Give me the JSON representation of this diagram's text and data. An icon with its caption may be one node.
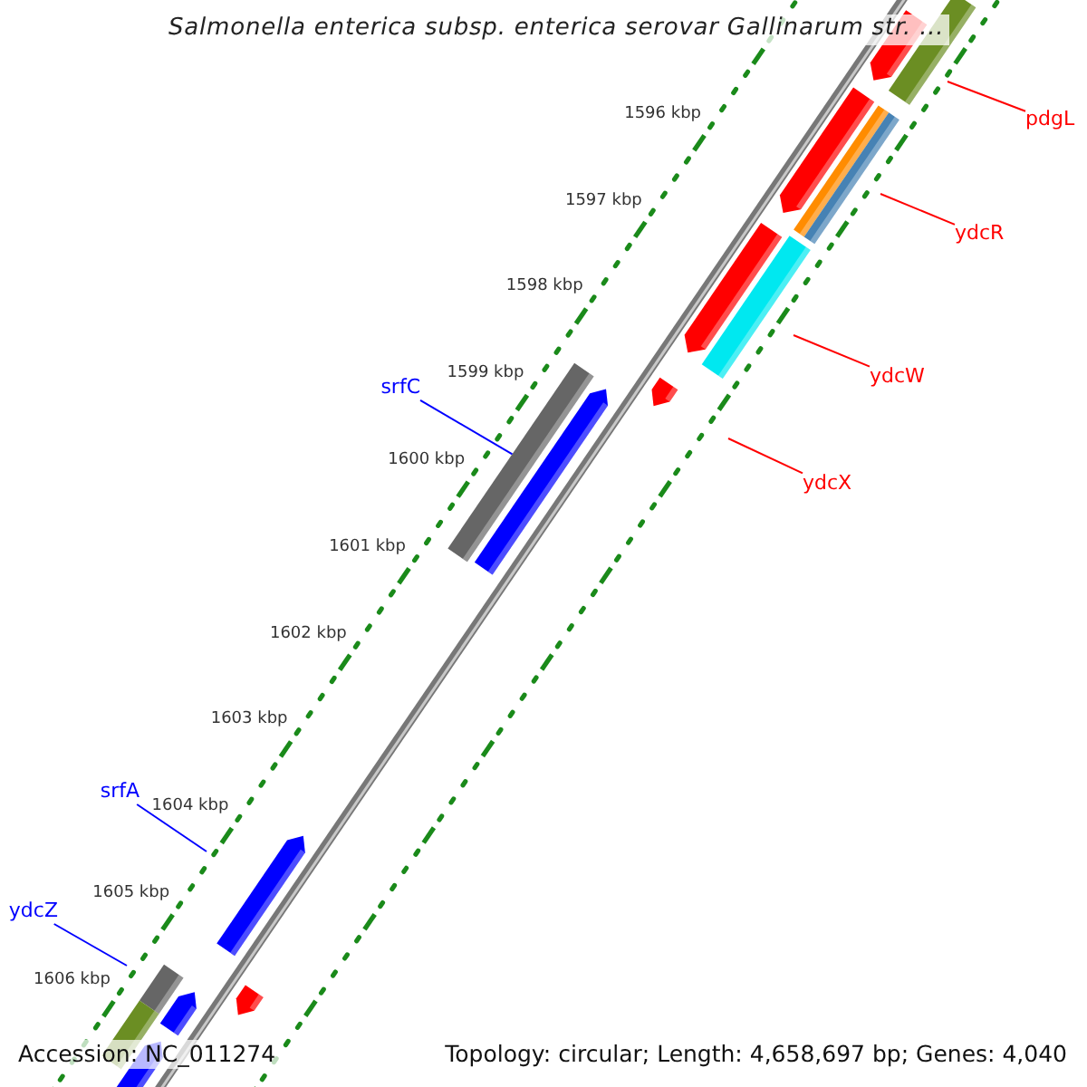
{
  "diagram": {
    "title": "Salmonella enterica subsp. enterica serovar Gallinarum str. ...",
    "nodes": [
      {
        "text": [
          "pdgL"
        ]
      },
      {
        "text": [
          "ydcR"
        ]
      },
      {
        "text": [
          "ydcW"
        ]
      },
      {
        "text": [
          "srfC"
        ]
      },
      {
        "text": [
          "ydcX"
        ]
      },
      {
        "text": [
          "srfA"
        ]
      },
      {
        "text": [
          "ydcZ"
        ]
      },
      {
        "text": [],
        "shape": "bar"
      }
    ],
    "edges": [
      {
        "from": 0,
        "to": null,
        "arrow": "none"
      },
      {
        "from": 1,
        "to": null,
        "arrow": "none"
      },
      {
        "from": 2,
        "to": null,
        "arrow": "none"
      },
      {
        "from": 3,
        "to": 7,
        "arrow": "none",
        "color": "#0000ff"
      },
      {
        "from": 4,
        "to": null,
        "arrow": "none"
      },
      {
        "from": 5,
        "to": null,
        "arrow": "none",
        "color": "#0000ff"
      },
      {
        "from": 6,
        "to": null,
        "arrow": "none",
        "color": "#0000ff"
      }
    ],
    "labels": [
      "1596 kbp",
      "1597 kbp",
      "1598 kbp",
      "1599 kbp",
      "1600 kbp",
      "1601 kbp",
      "1602 kbp",
      "1603 kbp",
      "1604 kbp",
      "1605 kbp",
      "1606 kbp",
      "Accession: NC_011274",
      "Topology: circular; Length: 4,658,697 bp; Genes: 4,040"
    ]
  }
}
